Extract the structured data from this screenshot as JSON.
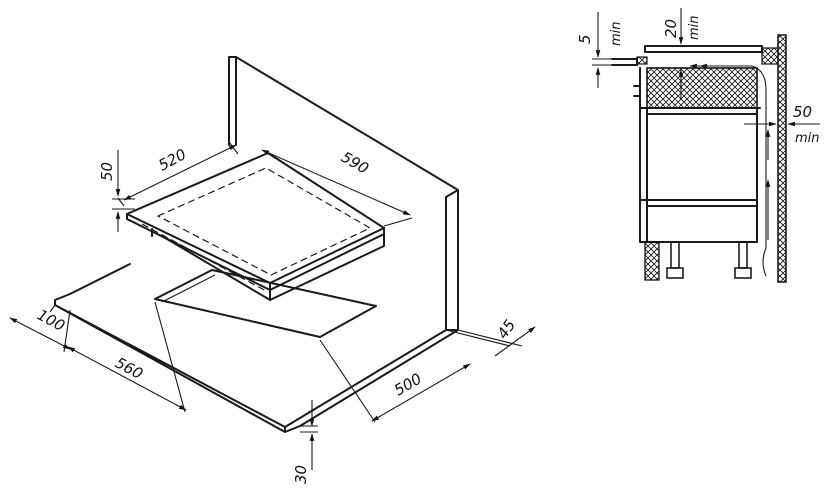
{
  "installation_drawing": {
    "dimensions": {
      "hob_depth": "520",
      "hob_width": "590",
      "hob_height": "50",
      "side_clearance": "100",
      "cutout_width": "560",
      "cutout_depth": "500",
      "back_clearance": "45",
      "worktop_thickness": "30"
    },
    "section": {
      "top_gap": "5",
      "top_gap_unit": "min",
      "rear_gap": "20",
      "rear_gap_unit": "min",
      "wall_gap": "50",
      "wall_gap_unit": "min"
    }
  }
}
